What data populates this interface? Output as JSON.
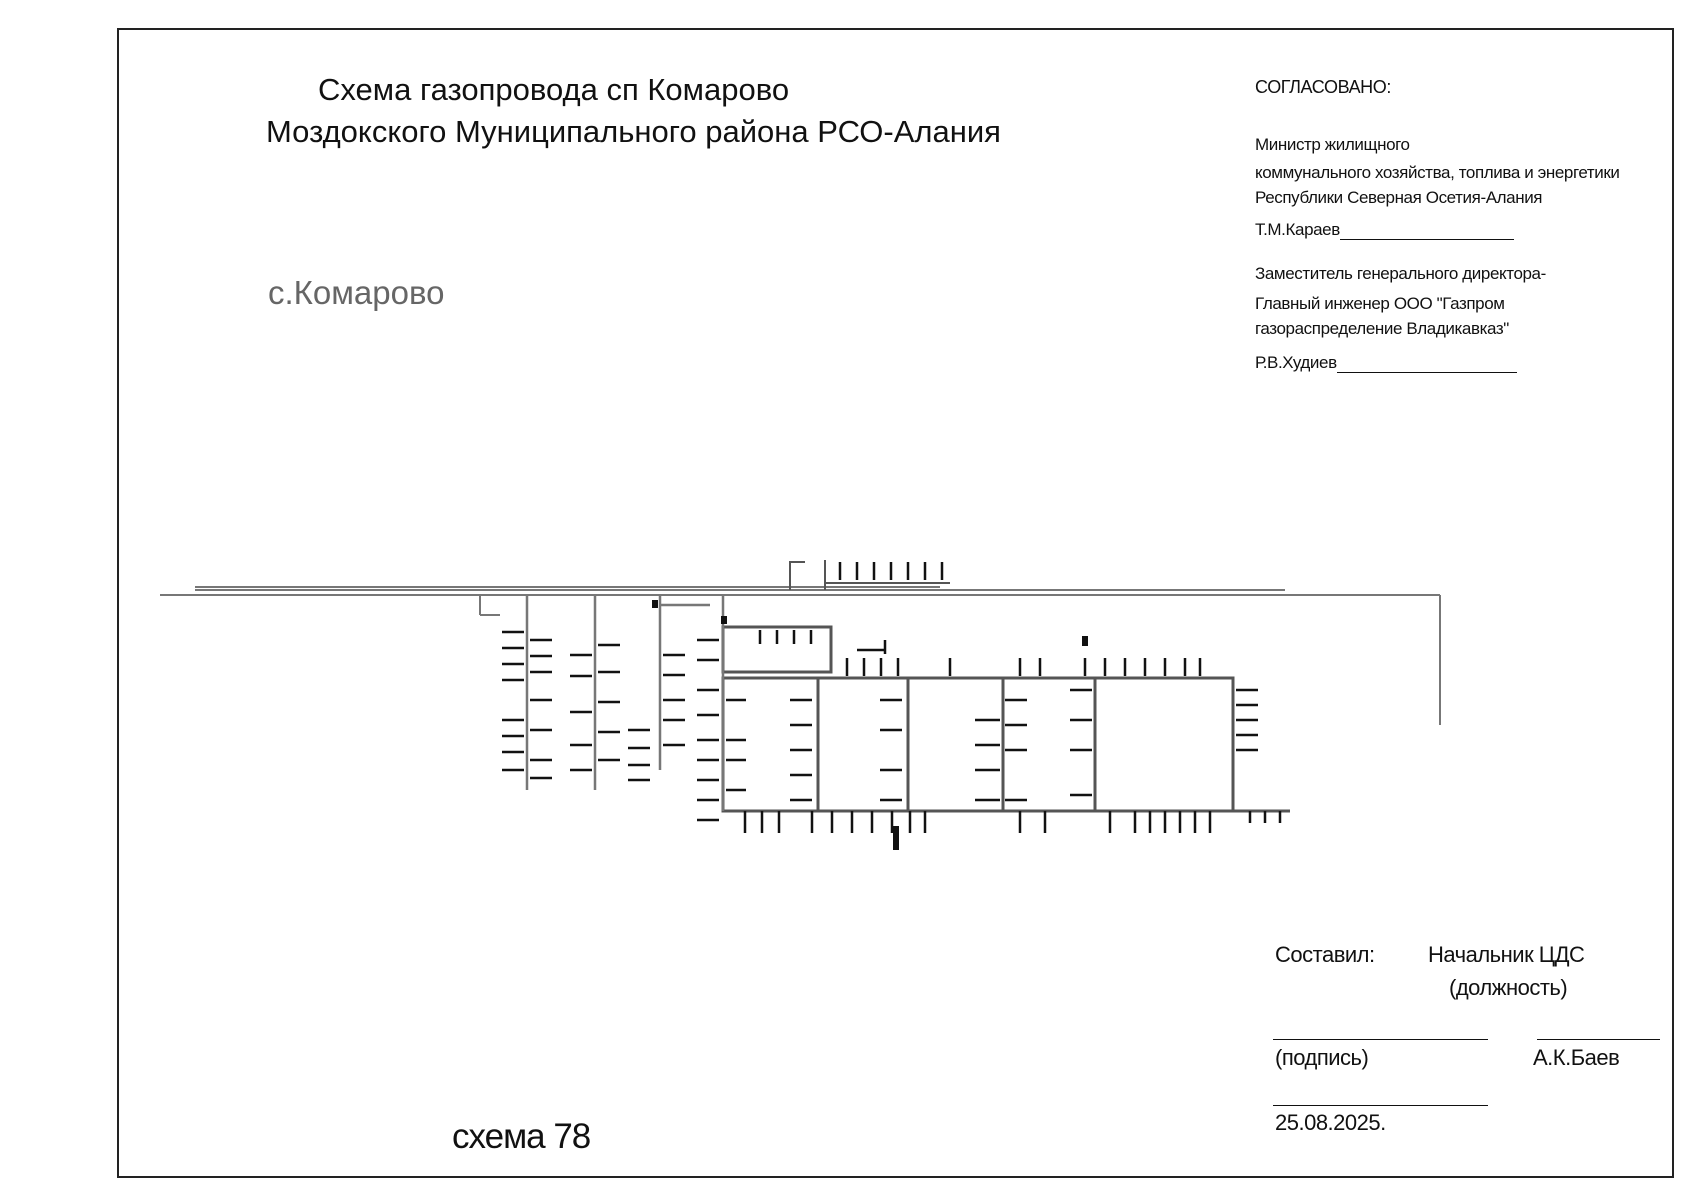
{
  "title": {
    "line1": "Схема газопровода сп Комарово",
    "line2": "Моздокского Муниципального района РСО-Алания"
  },
  "village_label": "с.Комарово",
  "approval": {
    "header": "СОГЛАСОВАНО:",
    "minister": {
      "line1": "Министр жилищного",
      "line2": "коммунального  хозяйства, топлива и энергетики",
      "line3": "Республики Северная Осетия-Алания",
      "name": "Т.М.Караев"
    },
    "deputy": {
      "line1": "Заместитель генерального директора-",
      "line2": "Главный инженер  ООО \"Газпром",
      "line3": "газораспределение Владикавказ\"",
      "name": "Р.В.Худиев"
    }
  },
  "compiled": {
    "label": "Составил:",
    "position": "Начальник ЦДС",
    "position_caption": "(должность)",
    "signature_caption": "(подпись)",
    "name": "А.К.Баев",
    "date": "25.08.2025."
  },
  "schema_number": "схема 78",
  "colors": {
    "pipe": "#777777",
    "dark": "#111111",
    "frame": "#222222",
    "village": "#666666"
  }
}
